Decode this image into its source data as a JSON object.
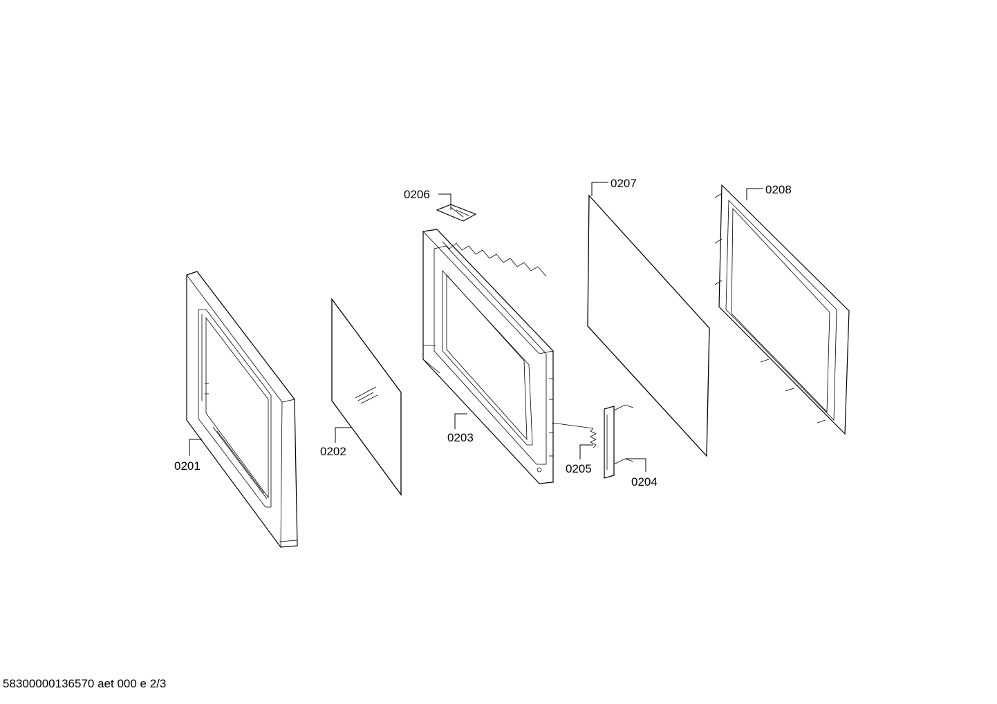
{
  "labels": {
    "p0201": "0201",
    "p0202": "0202",
    "p0203": "0203",
    "p0204": "0204",
    "p0205": "0205",
    "p0206": "0206",
    "p0207": "0207",
    "p0208": "0208"
  },
  "footer": "58300000136570 aet 000 e 2/3"
}
